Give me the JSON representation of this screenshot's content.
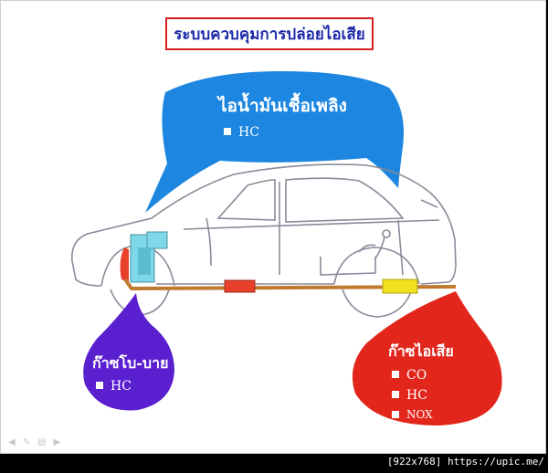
{
  "title": "ระบบควบคุมการปล่อยไอเสีย",
  "bubbles": {
    "fuel_vapor": {
      "title": "ไอน้ำมันเชื้อเพลิง",
      "items": [
        "HC"
      ],
      "color": "#1c86e0"
    },
    "blowby": {
      "title": "ก๊าซโบ-บาย",
      "items": [
        "HC"
      ],
      "color": "#5a1fcf"
    },
    "exhaust": {
      "title": "ก๊าซไอเสีย",
      "items": [
        "CO",
        "HC",
        "NOX"
      ],
      "color": "#e3261c"
    }
  },
  "colors": {
    "title_text": "#1e2aa8",
    "title_border": "#d42020",
    "pipe": "#c07a30",
    "converter_red": "#e8402a",
    "muffler_yellow": "#f0e020",
    "engine": "#7fd8e8"
  },
  "watermark": "[922x768] https://upic.me/"
}
